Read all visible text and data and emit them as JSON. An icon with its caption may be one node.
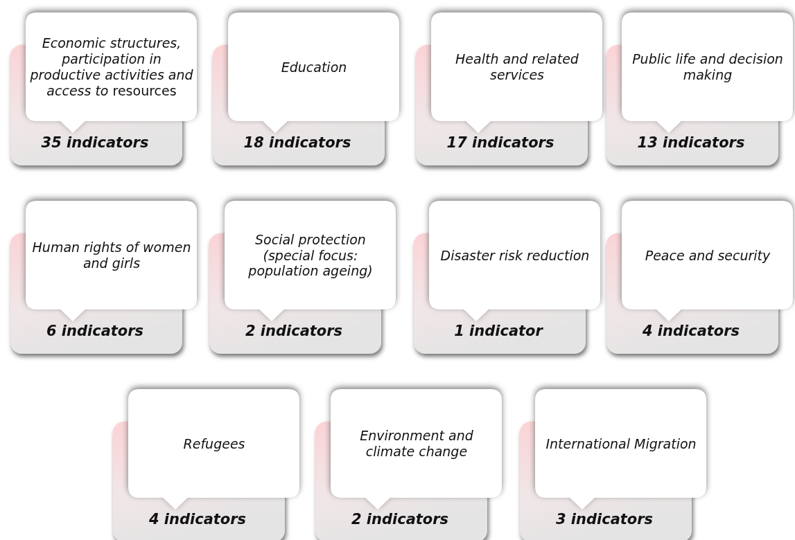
{
  "diagram": {
    "nodes": [
      {
        "text": [
          "*Economic structures, participation in productive activities and access to* resources",
          "35 indicators"
        ]
      },
      {
        "text": [
          "Education",
          "18 indicators"
        ]
      },
      {
        "text": [
          "Health and related services",
          "17 indicators"
        ]
      },
      {
        "text": [
          "Public life and decision making",
          "13 indicators"
        ]
      },
      {
        "text": [
          "Human rights of women and girls",
          "6 indicators"
        ]
      },
      {
        "text": [
          "Social protection (special focus: population ageing)",
          "2 indicators"
        ]
      },
      {
        "text": [
          "Disaster risk reduction",
          "1 indicator"
        ]
      },
      {
        "text": [
          "Peace and security",
          "4 indicators"
        ]
      },
      {
        "text": [
          "Refugees",
          "4 indicators"
        ]
      },
      {
        "text": [
          "Environment and climate change",
          "2 indicators"
        ]
      },
      {
        "text": [
          "International Migration",
          "3 indicators"
        ]
      }
    ]
  }
}
